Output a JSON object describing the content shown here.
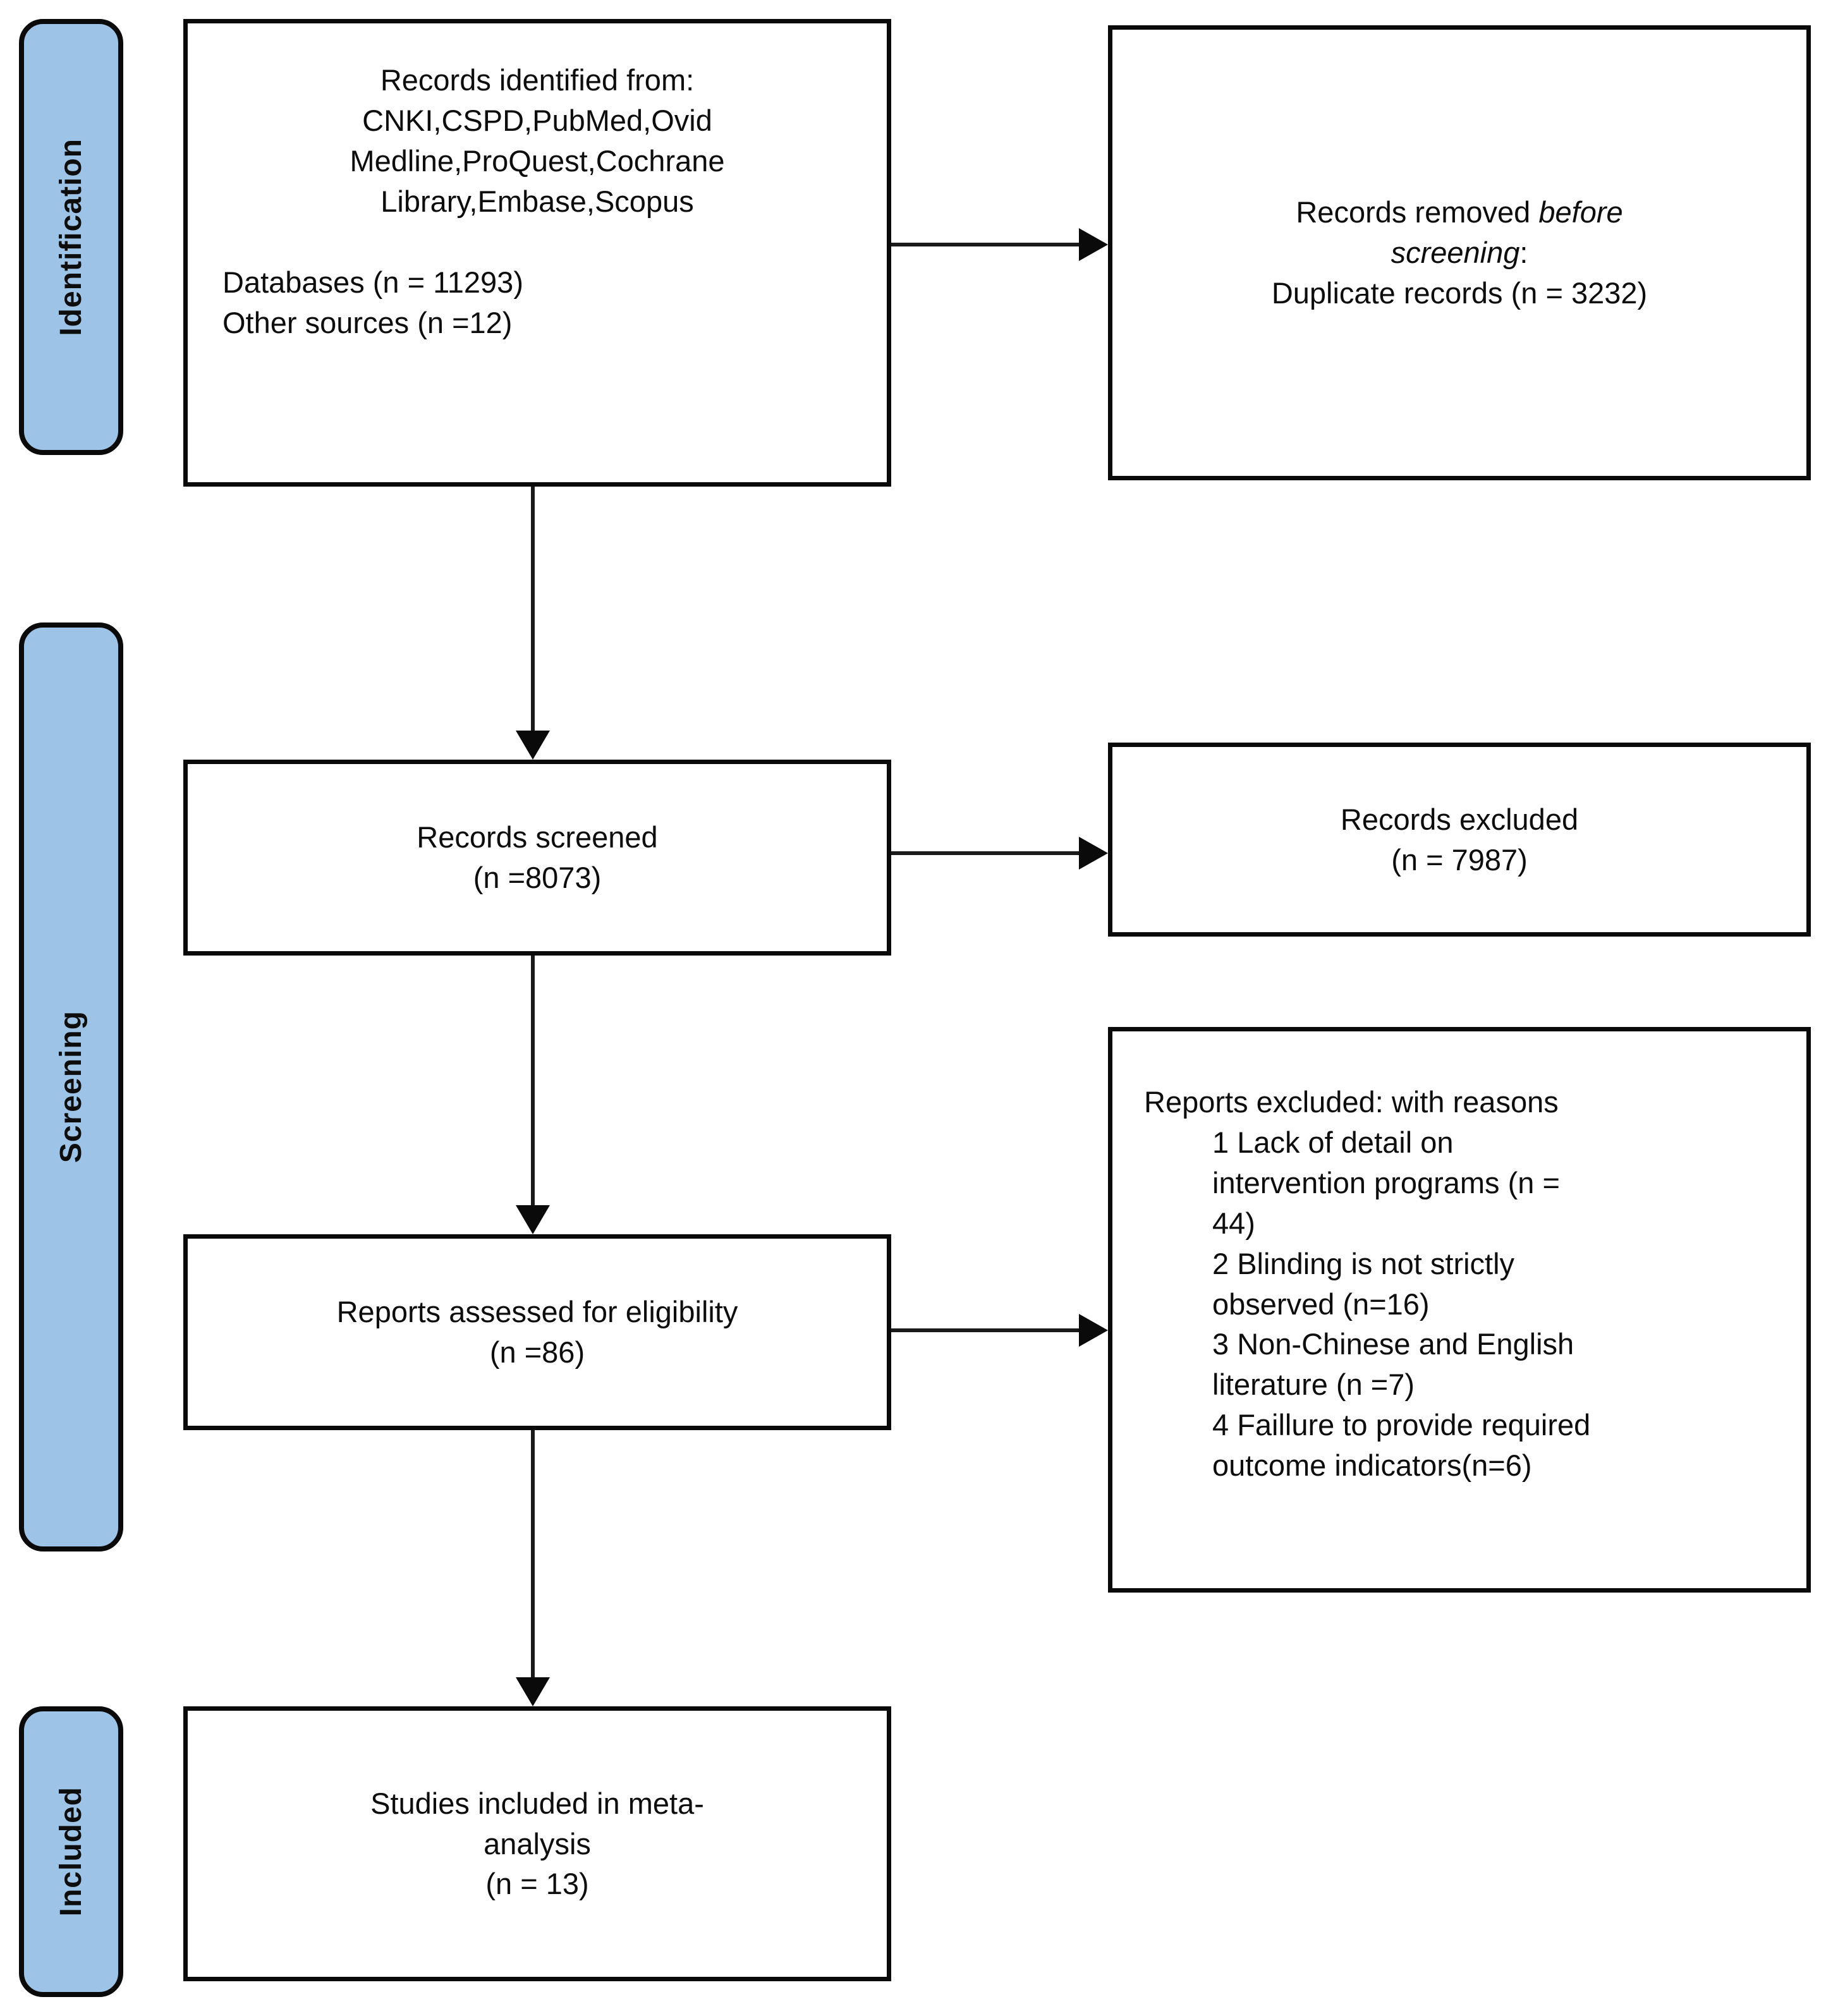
{
  "colors": {
    "stage_bar_fill": "#9DC3E6",
    "line_and_border": "#0a0a0a",
    "text": "#0d0d0d"
  },
  "stages": [
    {
      "label": "Identification"
    },
    {
      "label": "Screening"
    },
    {
      "label": "Included"
    }
  ],
  "boxes": {
    "identified": {
      "sources": "Records identified from:\nCNKI,CSPD,PubMed,Ovid\nMedline,ProQuest,Cochrane\nLibrary,Embase,Scopus",
      "counts": "Databases (n = 11293)\nOther sources (n =12)"
    },
    "removed": {
      "line1_normal": "Records removed ",
      "line1_italic": "before",
      "line2_italic": "screening",
      "line2_normal": ":",
      "line3": "Duplicate records (n = 3232)"
    },
    "screened": {
      "text": "Records screened\n(n =8073)"
    },
    "excluded": {
      "text": "Records excluded\n(n = 7987)"
    },
    "assessed": {
      "text": "Reports assessed for eligibility\n(n =86)"
    },
    "reasons": {
      "title": "Reports excluded: with reasons",
      "items": [
        "1 Lack of detail on\nintervention programs (n =\n44)",
        "2 Blinding is not strictly\nobserved (n=16)",
        "3 Non-Chinese and English\nliterature (n =7)",
        "4 Faillure to provide required\noutcome indicators(n=6)"
      ]
    },
    "included": {
      "text": "Studies included in meta-\nanalysis\n(n = 13)"
    }
  }
}
